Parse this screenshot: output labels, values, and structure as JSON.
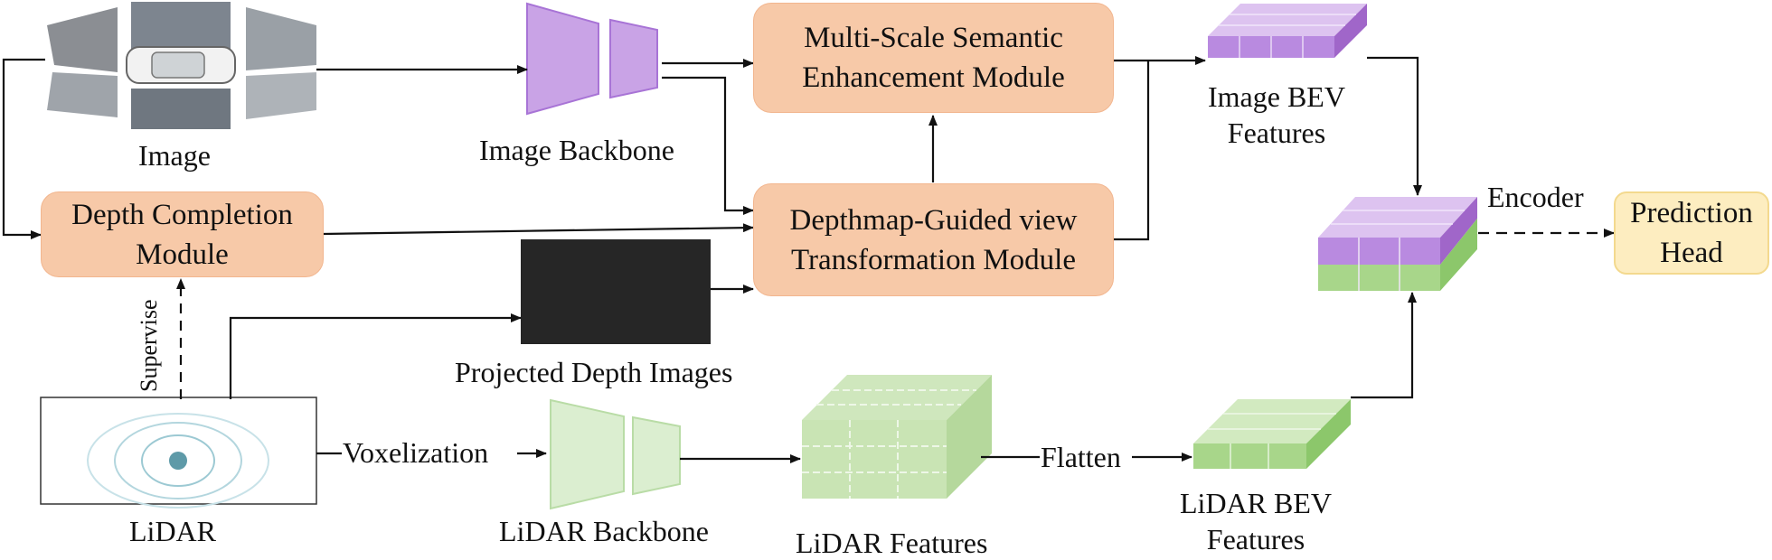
{
  "inputs": {
    "image_label": "Image",
    "lidar_label": "LiDAR"
  },
  "modules": {
    "depth_completion": "Depth Completion\nModule",
    "multi_scale": "Multi-Scale Semantic\nEnhancement Module",
    "depthmap_guided": "Depthmap-Guided view\nTransformation Module",
    "prediction_head": "Prediction\nHead"
  },
  "labels": {
    "image_backbone": "Image Backbone",
    "projected_depth": "Projected Depth Images",
    "lidar_backbone": "LiDAR Backbone",
    "lidar_features": "LiDAR Features",
    "image_bev": "Image BEV\nFeatures",
    "lidar_bev": "LiDAR BEV\nFeatures"
  },
  "edges": {
    "voxelization": "Voxelization",
    "flatten": "Flatten",
    "encoder": "Encoder",
    "supervise": "Supervise"
  },
  "colors": {
    "orange_module": "#f7c9a8",
    "yellow_head": "#fdedc0",
    "purple": "#c9a3e6",
    "green": "#bfe0a8"
  }
}
